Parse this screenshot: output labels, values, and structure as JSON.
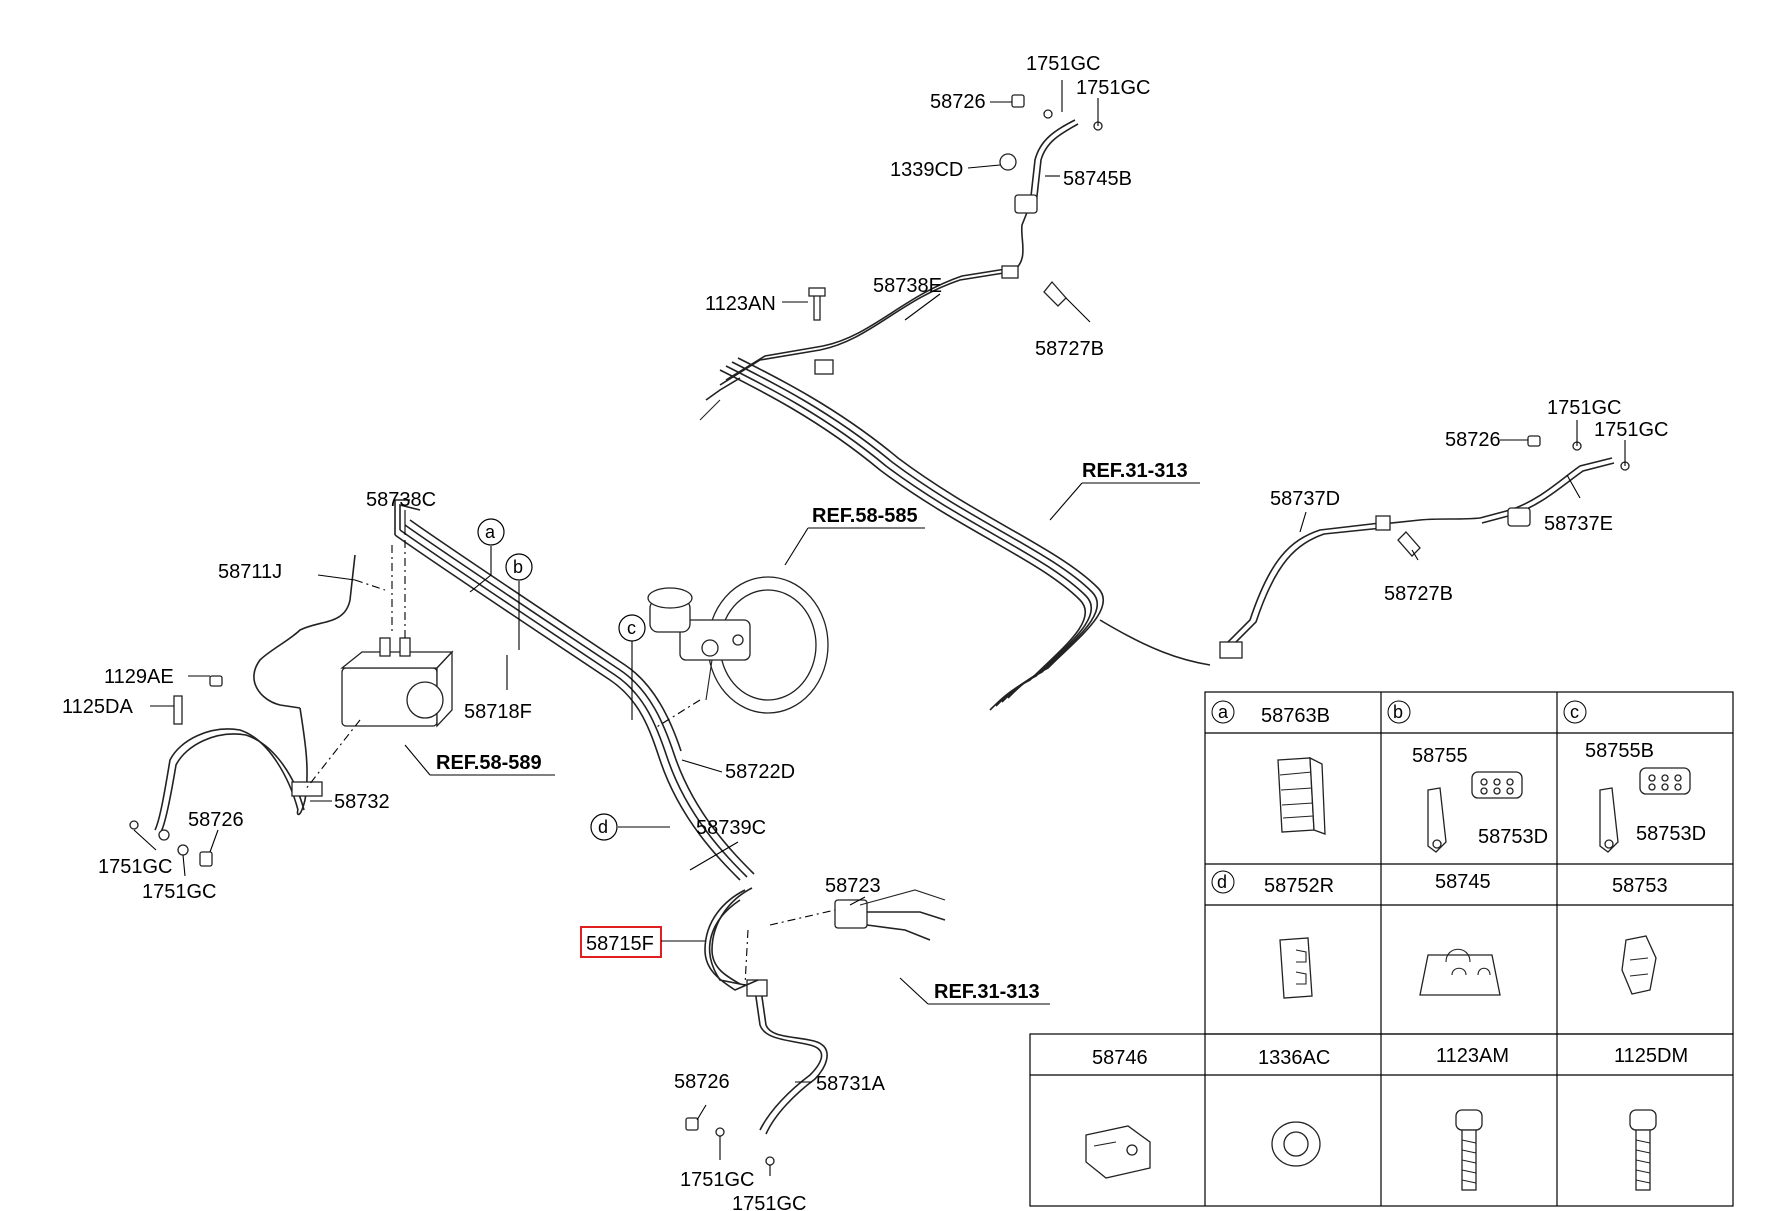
{
  "callouts": {
    "c58726_top": "58726",
    "c1751gc_t1": "1751GC",
    "c1751gc_t2": "1751GC",
    "c1339cd": "1339CD",
    "c58745b": "58745B",
    "c1123an": "1123AN",
    "c58738e": "58738E",
    "c58727b_top": "58727B",
    "c1751gc_r1": "1751GC",
    "c58726_right": "58726",
    "c1751gc_r2": "1751GC",
    "c58737e": "58737E",
    "c58737d": "58737D",
    "c58727b_right": "58727B",
    "c58738c": "58738C",
    "c58711j": "58711J",
    "c1129ae": "1129AE",
    "c1125da": "1125DA",
    "c58726_left": "58726",
    "c1751gc_l1": "1751GC",
    "c1751gc_l2": "1751GC",
    "c58732": "58732",
    "c58718f": "58718F",
    "c58722d": "58722D",
    "c58739c": "58739C",
    "c58723": "58723",
    "c58715f": "58715F",
    "c58726_bottom": "58726",
    "c58731a": "58731A",
    "c1751gc_b1": "1751GC",
    "c1751gc_b2": "1751GC"
  },
  "refs": {
    "ref_31_313_top": "REF.31-313",
    "ref_58_585": "REF.58-585",
    "ref_58_589": "REF.58-589",
    "ref_31_313_bottom": "REF.31-313"
  },
  "markers": {
    "a": "a",
    "b": "b",
    "c": "c",
    "d": "d"
  },
  "highlight_color": "#e02020",
  "table": {
    "row1": [
      {
        "marker": "a",
        "code": "58763B"
      },
      {
        "marker": "b",
        "code": ""
      },
      {
        "marker": "c",
        "code": ""
      }
    ],
    "row1_sub": {
      "b_part1": "58755",
      "b_part2": "58753D",
      "c_part1": "58755B",
      "c_part2": "58753D"
    },
    "row2": [
      {
        "marker": "d",
        "code": "58752R"
      },
      {
        "code": "58745"
      },
      {
        "code": "58753"
      }
    ],
    "row3": [
      {
        "code": "58746"
      },
      {
        "code": "1336AC"
      },
      {
        "code": "1123AM"
      },
      {
        "code": "1125DM"
      }
    ]
  }
}
